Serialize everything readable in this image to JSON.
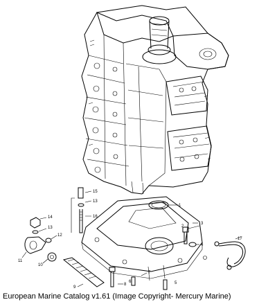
{
  "caption": "European Marine Catalog v1.61 (Image Copyright- Mercury Marine)",
  "part_numbers": [
    "1",
    "2",
    "3",
    "4",
    "5",
    "6",
    "7",
    "8",
    "9",
    "10",
    "11",
    "12",
    "13",
    "14",
    "15",
    "13",
    "16",
    "17"
  ]
}
